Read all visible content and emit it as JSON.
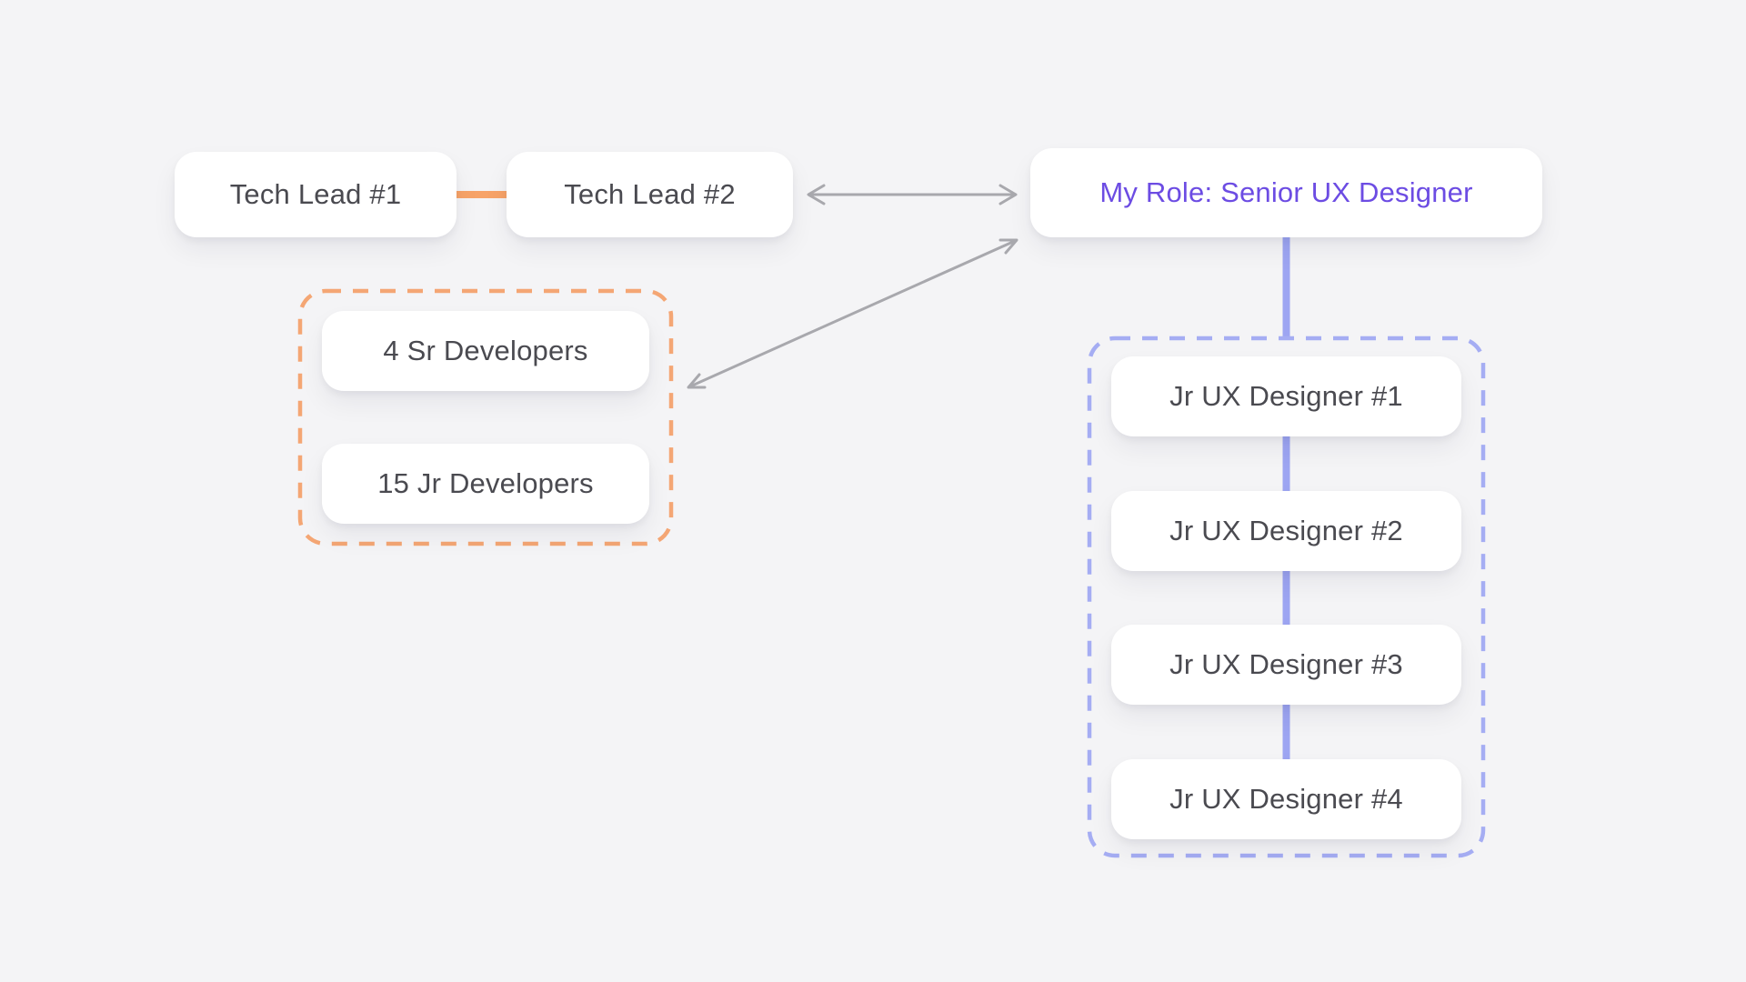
{
  "colors": {
    "background": "#f4f4f6",
    "card_background": "#ffffff",
    "card_text": "#4a4a50",
    "highlight_text": "#6c4ce3",
    "orange_accent": "#f7a368",
    "orange_dashed_border": "#f4a674",
    "purple_connector": "#9da5f2",
    "purple_dashed_border": "#a5adf3",
    "gray_arrow": "#a8a8ad"
  },
  "nodes": {
    "tech_lead_1": {
      "label": "Tech Lead #1"
    },
    "tech_lead_2": {
      "label": "Tech Lead #2"
    },
    "my_role": {
      "label": "My Role: Senior UX Designer"
    },
    "sr_developers": {
      "label": "4 Sr Developers"
    },
    "jr_developers": {
      "label": "15 Jr Developers"
    },
    "jr_ux_designer_1": {
      "label": "Jr UX Designer #1"
    },
    "jr_ux_designer_2": {
      "label": "Jr UX Designer #2"
    },
    "jr_ux_designer_3": {
      "label": "Jr UX Designer #3"
    },
    "jr_ux_designer_4": {
      "label": "Jr UX Designer #4"
    }
  },
  "groups": {
    "dev_team": {
      "style": "orange-dashed",
      "members": [
        "4 Sr Developers",
        "15 Jr Developers"
      ]
    },
    "ux_team": {
      "style": "purple-dashed",
      "members": [
        "Jr UX Designer #1",
        "Jr UX Designer #2",
        "Jr UX Designer #3",
        "Jr UX Designer #4"
      ]
    }
  },
  "connectors": [
    {
      "from": "Tech Lead #1",
      "to": "Tech Lead #2",
      "style": "solid",
      "color": "orange",
      "arrows": "none"
    },
    {
      "from": "Tech Lead #2",
      "to": "My Role: Senior UX Designer",
      "style": "solid",
      "color": "gray",
      "arrows": "both"
    },
    {
      "from": "My Role: Senior UX Designer",
      "to": "dev_team",
      "style": "solid",
      "color": "gray",
      "arrows": "both"
    },
    {
      "from": "My Role: Senior UX Designer",
      "to": "ux_team",
      "style": "solid",
      "color": "purple",
      "arrows": "none"
    }
  ]
}
